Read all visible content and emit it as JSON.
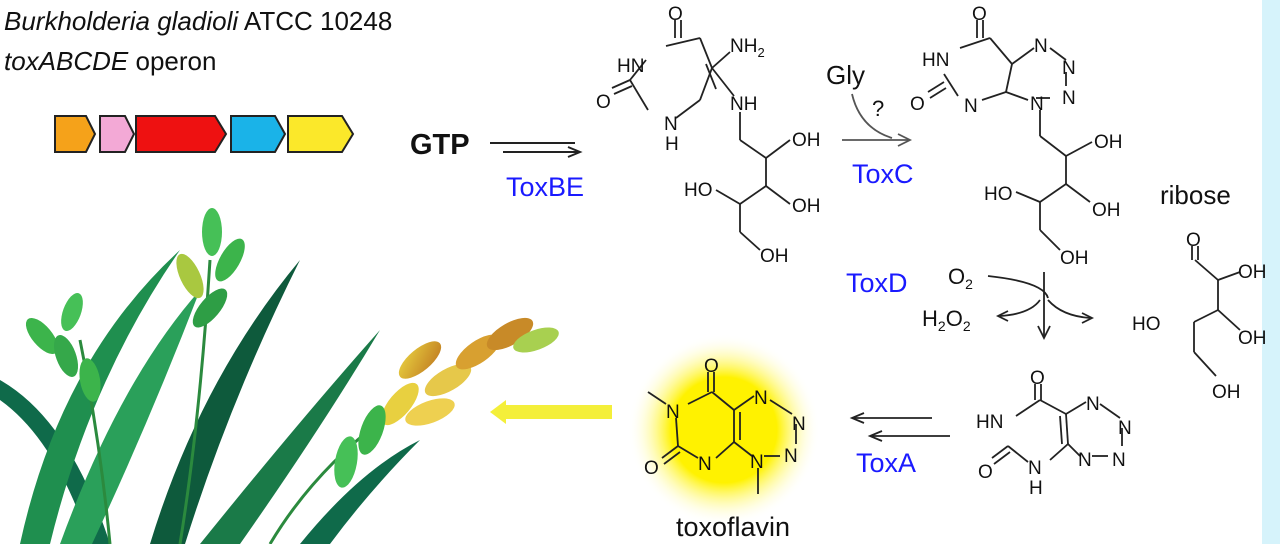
{
  "title": {
    "organism": "Burkholderia gladioli",
    "strain": " ATCC 10248",
    "operon_genes": "toxABCDE",
    "operon_word": " operon"
  },
  "operon_colors": [
    "#f5a21a",
    "#f3a9d6",
    "#ee1111",
    "#1ab3e8",
    "#fbe82a"
  ],
  "reactions": {
    "gtp": "GTP",
    "toxbe": "ToxBE",
    "gly": "Gly",
    "question": "?",
    "toxc": "ToxC",
    "toxd": "ToxD",
    "o2": "O",
    "o2_sub": "2",
    "h2o2_h": "H",
    "h2o2_o": "O",
    "h2o2_sub": "2",
    "toxa": "ToxA",
    "ribose": "ribose",
    "toxoflavin": "toxoflavin"
  },
  "atoms": {
    "O": "O",
    "N": "N",
    "HN": "HN",
    "H": "H",
    "NH": "NH",
    "NH2": "NH",
    "sub2": "2",
    "OH": "OH",
    "HO": "HO"
  },
  "colors": {
    "enzyme": "#1a1aff",
    "arrow_yellow": "#f4ef3a",
    "highlight": "#fff200",
    "border": "#d6f3fb"
  }
}
